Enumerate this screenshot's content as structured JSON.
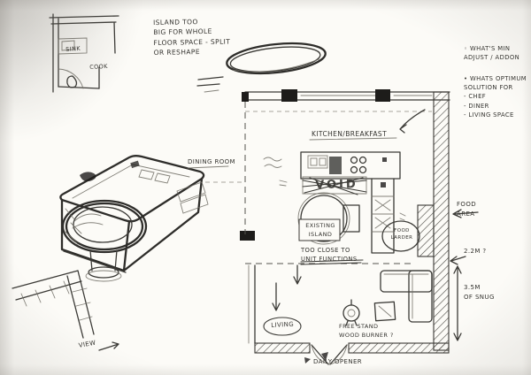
{
  "corner_sketch": {
    "sink": "SINK",
    "cook": "COOK"
  },
  "notes": {
    "island_too_big": "ISLAND TOO\nBIG FOR WHOLE\nFLOOR SPACE - SPLIT\nOR RESHAPE",
    "whats_min": "◦ WHAT'S MIN\nADJUST / ADDON",
    "whats_optimum": "• WHATS OPTIMUM\nSOLUTION FOR\n- CHEF\n- DINER\n- LIVING SPACE",
    "too_close": "TOO CLOSE TO\nUNIT FUNCTIONS",
    "wood_burner": "FREE STAND\nWOOD BURNER ?",
    "doors": "DAILY OPENER",
    "view": "VIEW"
  },
  "plan_labels": {
    "kitchen_breakfast": "KITCHEN/BREAKFAST",
    "dining_room": "DINING ROOM",
    "void": "VOID",
    "existing_island": "EXISTING\nISLAND",
    "food_area": "FOOD\nAREA",
    "food_larder": "FOOD\nLARDER",
    "living": "LIVING"
  },
  "dimensions": {
    "adjust": "2.2M ?",
    "snug": "3.5M\nOF SNUG"
  },
  "colors": {
    "ink": "#3b3a36",
    "paper": "#fcfbf7",
    "dark_fill": "#1d1c1a"
  }
}
